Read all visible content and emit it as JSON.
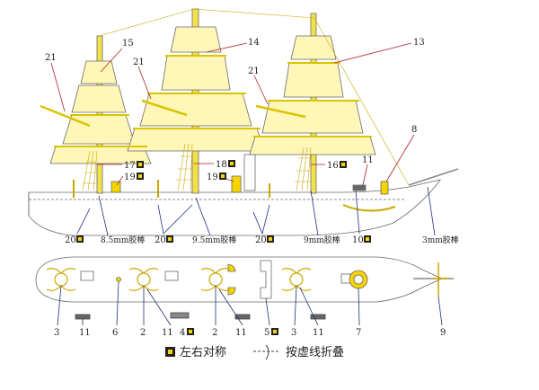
{
  "colors": {
    "sail": "#fff6b8",
    "mast": "#f2e24a",
    "outline": "#6a6a6a",
    "hull": "#ffffff",
    "leader": "#b2222a",
    "leader_blue": "#1f2f7a",
    "rigging": "#caa800",
    "gold": "#f5d400"
  },
  "callouts": {
    "n13": "13",
    "n14": "14",
    "n15": "15",
    "n21a": "21",
    "n21b": "21",
    "n21c": "21",
    "n8": "8",
    "n11top": "11",
    "n17": "17",
    "n18": "18",
    "n16": "16",
    "n19a": "19",
    "n19b": "19",
    "n20a": "20",
    "n20b": "20",
    "n20c": "20",
    "n10": "10",
    "b3a": "3",
    "b11a": "11",
    "b6": "6",
    "b2a": "2",
    "b11b": "11",
    "b4": "4",
    "b2b": "2",
    "b11c": "11",
    "b5": "5",
    "b3b": "3",
    "b11d": "11",
    "b7": "7",
    "b9": "9"
  },
  "dowels": {
    "d85": "8.5mm胶棒",
    "d95": "9.5mm胶棒",
    "d9": "9mm胶棒",
    "d3": "3mm胶棒"
  },
  "legend": {
    "symmetric": "左右对称",
    "fold": "按虚线折叠"
  }
}
